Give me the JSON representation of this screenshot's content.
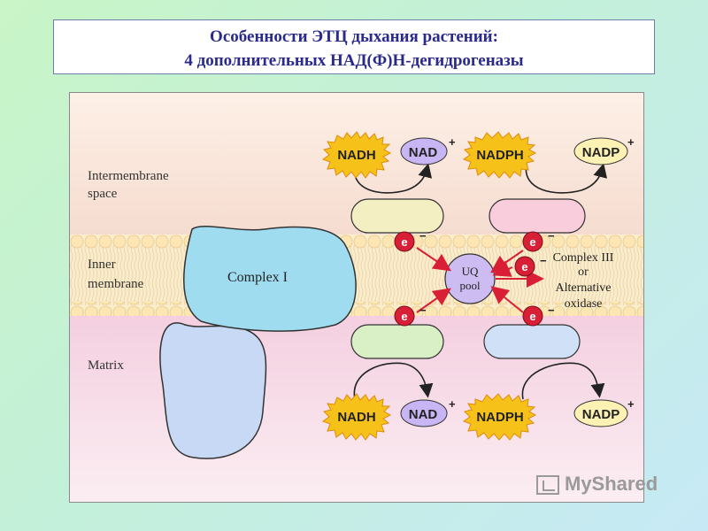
{
  "title": {
    "line1": "Особенности ЭТЦ дыхания растений:",
    "line2": "4 дополнительных НАД(Ф)Н-дегидрогеназы"
  },
  "labels": {
    "intermembrane_line1": "Intermembrane",
    "intermembrane_line2": "space",
    "inner_line1": "Inner",
    "inner_line2": "membrane",
    "matrix": "Matrix",
    "complex_i": "Complex I",
    "uq_line1": "UQ",
    "uq_line2": "pool",
    "target_line1": "Complex III",
    "target_line2": "or",
    "target_line3": "Alternative",
    "target_line4": "oxidase",
    "electron": "e",
    "electron_sign": "−"
  },
  "top_left": {
    "donor": "NADH",
    "acceptor": "NAD",
    "acceptor_sup": "+"
  },
  "top_right": {
    "donor": "NADPH",
    "acceptor": "NADP",
    "acceptor_sup": "+"
  },
  "bottom_left": {
    "donor": "NADH",
    "acceptor": "NAD",
    "acceptor_sup": "+"
  },
  "bottom_right": {
    "donor": "NADPH",
    "acceptor": "NADP",
    "acceptor_sup": "+"
  },
  "watermark": "MyShared",
  "colors": {
    "intermembrane": "#f8e6d8",
    "membrane": "#fbe8c0",
    "matrix": "#f7d9e3",
    "complex_i_top": "#9fdcf0",
    "complex_i_bottom": "#c7d9f5",
    "uq_pool": "#cdbcf2",
    "electron": "#d81f36",
    "starburst": "#f6c21a",
    "nad_oval": "#c7b6f3",
    "nadp_oval": "#fdf2b3",
    "title_text": "#2a2a8c"
  }
}
